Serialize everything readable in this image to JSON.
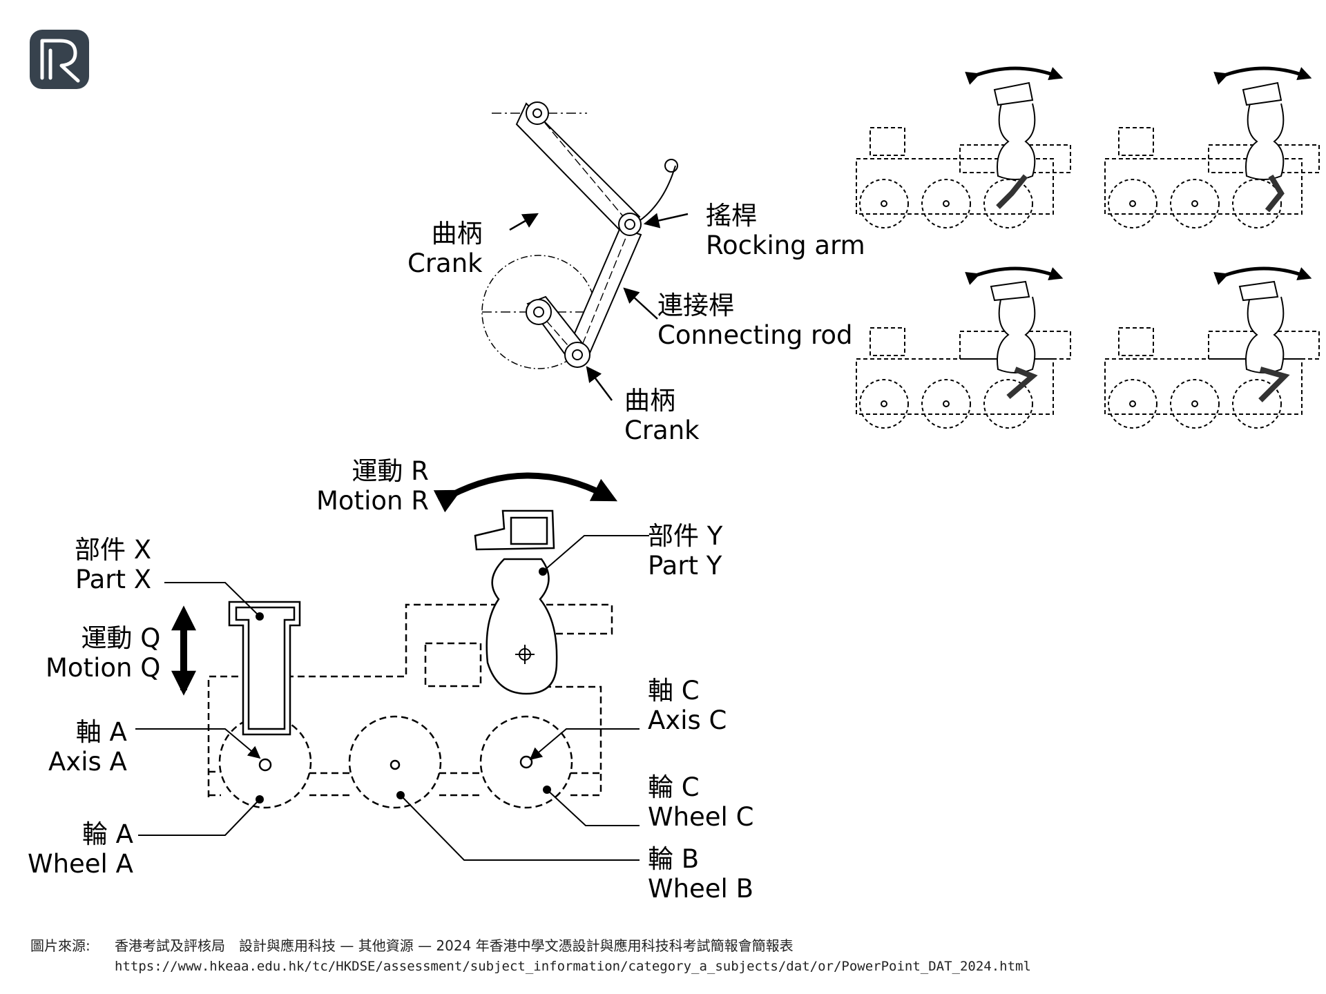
{
  "logo": {
    "icon": "r-logo-icon",
    "color": "#37424d"
  },
  "crank_diagram": {
    "crank_top": {
      "zh": "曲柄",
      "en": "Crank"
    },
    "rocking_arm": {
      "zh": "搖桿",
      "en": "Rocking arm"
    },
    "connecting_rod": {
      "zh": "連接桿",
      "en": "Connecting rod"
    },
    "crank_bottom": {
      "zh": "曲柄",
      "en": "Crank"
    }
  },
  "toy": {
    "motion_r": {
      "zh": "運動 R",
      "en": "Motion R"
    },
    "part_x": {
      "zh": "部件 X",
      "en": "Part X"
    },
    "part_y": {
      "zh": "部件 Y",
      "en": "Part Y"
    },
    "motion_q": {
      "zh": "運動 Q",
      "en": "Motion Q"
    },
    "axis_a": {
      "zh": "軸 A",
      "en": "Axis A"
    },
    "axis_c": {
      "zh": "軸 C",
      "en": "Axis C"
    },
    "wheel_a": {
      "zh": "輪 A",
      "en": "Wheel A"
    },
    "wheel_b": {
      "zh": "輪 B",
      "en": "Wheel B"
    },
    "wheel_c": {
      "zh": "輪 C",
      "en": "Wheel C"
    }
  },
  "source": {
    "label": "圖片來源:",
    "text": "香港考試及評核局　設計與應用科技 — 其他資源 — 2024 年香港中學文憑設計與應用科技科考試簡報會簡報表",
    "url": "https://www.hkeaa.edu.hk/tc/HKDSE/assessment/subject_information/category_a_subjects/dat/or/PowerPoint_DAT_2024.html"
  }
}
